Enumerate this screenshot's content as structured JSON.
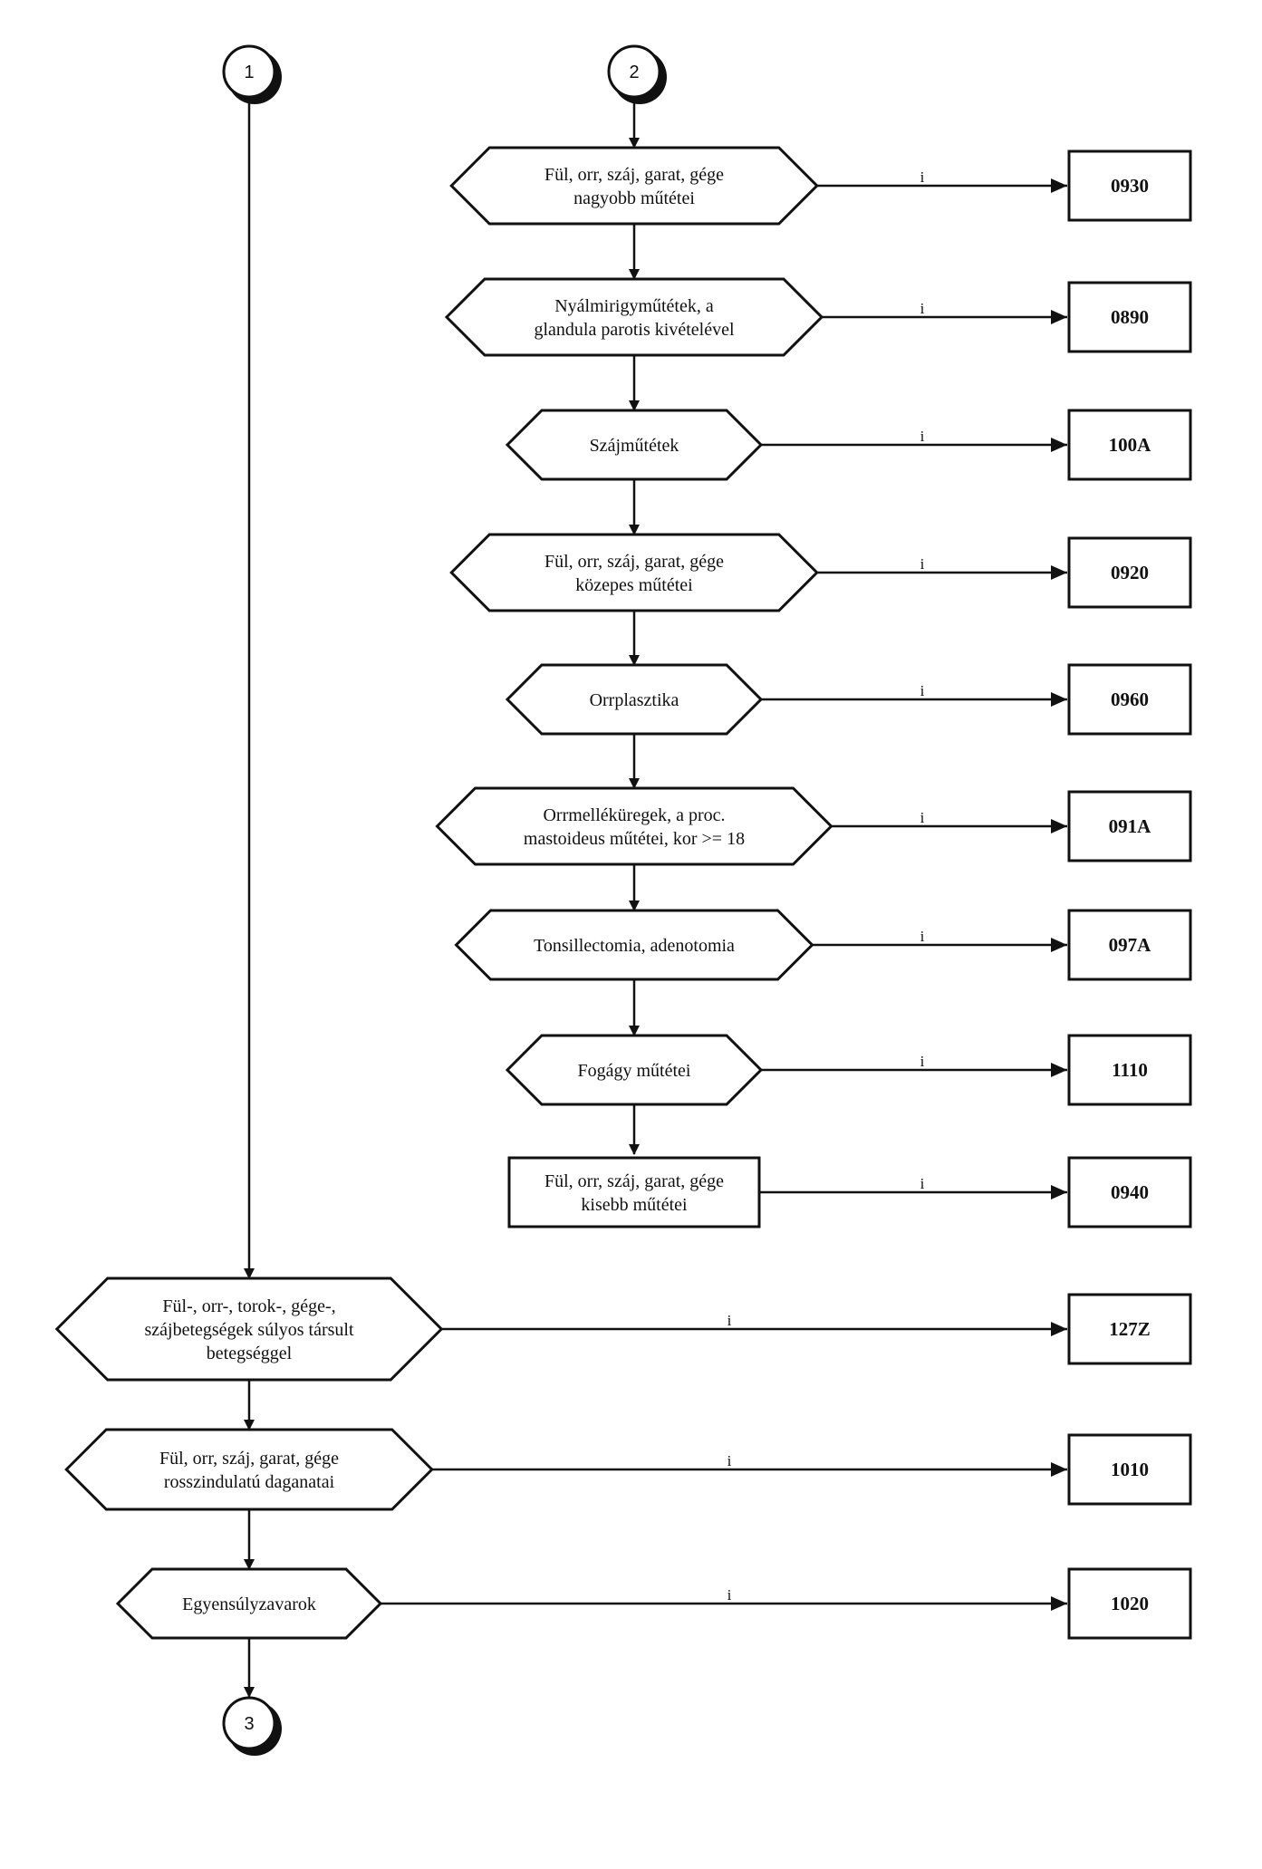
{
  "connectors": {
    "top_left": "1",
    "top_right": "2",
    "bottom": "3"
  },
  "yes_label": "i",
  "right_column": [
    {
      "shape": "hexagon",
      "lines": [
        "Fül, orr, száj, garat, gége",
        "nagyobb műtétei"
      ],
      "code": "0930"
    },
    {
      "shape": "hexagon",
      "lines": [
        "Nyálmirigyműtétek, a",
        "glandula parotis kivételével"
      ],
      "code": "0890"
    },
    {
      "shape": "hexagon",
      "lines": [
        "Szájműtétek"
      ],
      "code": "100A"
    },
    {
      "shape": "hexagon",
      "lines": [
        "Fül, orr, száj, garat, gége",
        "közepes műtétei"
      ],
      "code": "0920"
    },
    {
      "shape": "hexagon",
      "lines": [
        "Orrplasztika"
      ],
      "code": "0960"
    },
    {
      "shape": "hexagon",
      "lines": [
        "Orrmelléküregek, a proc.",
        "mastoideus műtétei,  kor >= 18"
      ],
      "code": "091A"
    },
    {
      "shape": "hexagon",
      "lines": [
        "Tonsillectomia, adenotomia"
      ],
      "code": "097A"
    },
    {
      "shape": "hexagon",
      "lines": [
        "Fogágy műtétei"
      ],
      "code": "1110"
    },
    {
      "shape": "rect",
      "lines": [
        "Fül, orr, száj, garat, gége",
        "kisebb műtétei"
      ],
      "code": "0940"
    }
  ],
  "left_column": [
    {
      "shape": "hexagon",
      "lines": [
        "Fül-, orr-, torok-, gége-,",
        "szájbetegségek súlyos társult",
        "betegséggel"
      ],
      "code": "127Z"
    },
    {
      "shape": "hexagon",
      "lines": [
        "Fül, orr, száj, garat, gége",
        "rosszindulatú  daganatai"
      ],
      "code": "1010"
    },
    {
      "shape": "hexagon",
      "lines": [
        "Egyensúlyzavarok"
      ],
      "code": "1020"
    }
  ]
}
